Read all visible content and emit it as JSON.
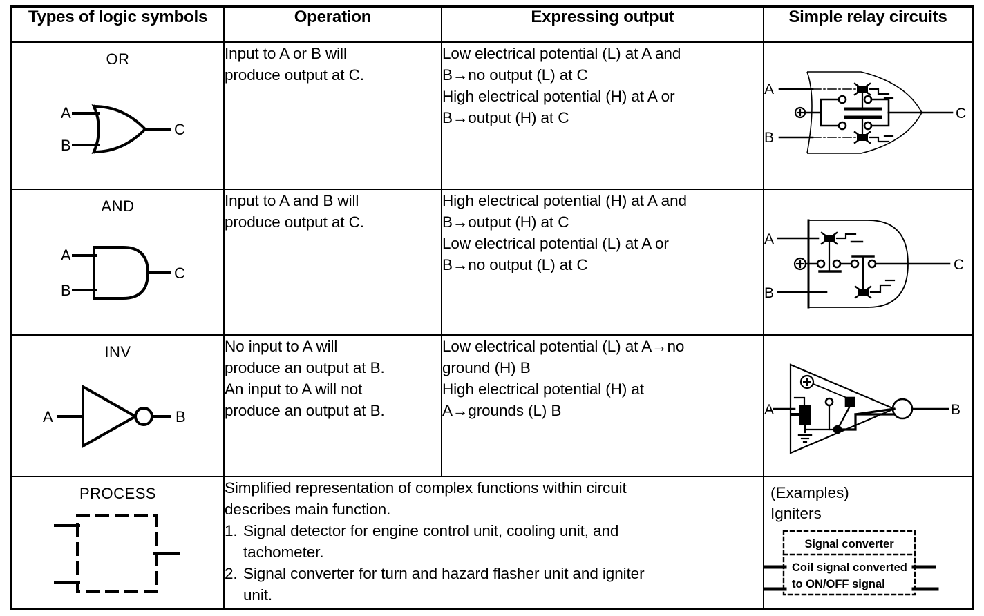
{
  "table": {
    "headers": [
      {
        "label": "Types of logic symbols",
        "name": "header-types-of-logic-symbols"
      },
      {
        "label": "Operation",
        "name": "header-operation"
      },
      {
        "label": "Expressing output",
        "name": "header-expressing-output"
      },
      {
        "label": "Simple relay circuits",
        "name": "header-simple-relay-circuits"
      }
    ],
    "rows": [
      {
        "symbol_name": "OR",
        "symbol_labels": {
          "in_a": "A",
          "in_b": "B",
          "out": "C"
        },
        "operation": [
          "Input to A or B will",
          "produce output at C."
        ],
        "output": [
          "Low electrical potential (L) at A and",
          "B→no output (L) at C",
          "High electrical potential (H) at A or",
          "B→output (H) at C"
        ],
        "relay_labels": {
          "in_a": "A",
          "in_b": "B",
          "out": "C"
        }
      },
      {
        "symbol_name": "AND",
        "symbol_labels": {
          "in_a": "A",
          "in_b": "B",
          "out": "C"
        },
        "operation": [
          "Input to A and B will",
          "produce output at C."
        ],
        "output": [
          "High electrical potential (H) at A and",
          "B→output (H) at C",
          "Low electrical potential (L) at A or",
          "B→no output (L) at C"
        ],
        "relay_labels": {
          "in_a": "A",
          "in_b": "B",
          "out": "C"
        }
      },
      {
        "symbol_name": "INV",
        "symbol_labels": {
          "in_a": "A",
          "out": "B"
        },
        "operation": [
          "No input to A will",
          "produce an output at B.",
          "An input to A will not",
          "produce an output at B."
        ],
        "output": [
          "Low electrical potential (L) at A→no",
          "ground (H) B",
          "High electrical potential (H) at",
          "A→grounds (L) B"
        ],
        "relay_labels": {
          "in_a": "A",
          "out": "B"
        }
      },
      {
        "symbol_name": "PROCESS",
        "operation_intro": [
          "Simplified representation of complex functions within circuit",
          "describes main function."
        ],
        "operation_items": [
          {
            "num": "1.",
            "lines": [
              "Signal detector for engine control unit, cooling unit, and",
              "tachometer."
            ]
          },
          {
            "num": "2.",
            "lines": [
              "Signal converter for turn and hazard flasher unit and igniter",
              "unit."
            ]
          }
        ],
        "relay_examples_heading": [
          "(Examples)",
          "Igniters"
        ],
        "relay_box": {
          "title": "Signal converter",
          "body": [
            "Coil signal converted",
            "to ON/OFF signal"
          ]
        }
      }
    ]
  },
  "colors": {
    "ink": "#000000",
    "paper": "#ffffff"
  }
}
